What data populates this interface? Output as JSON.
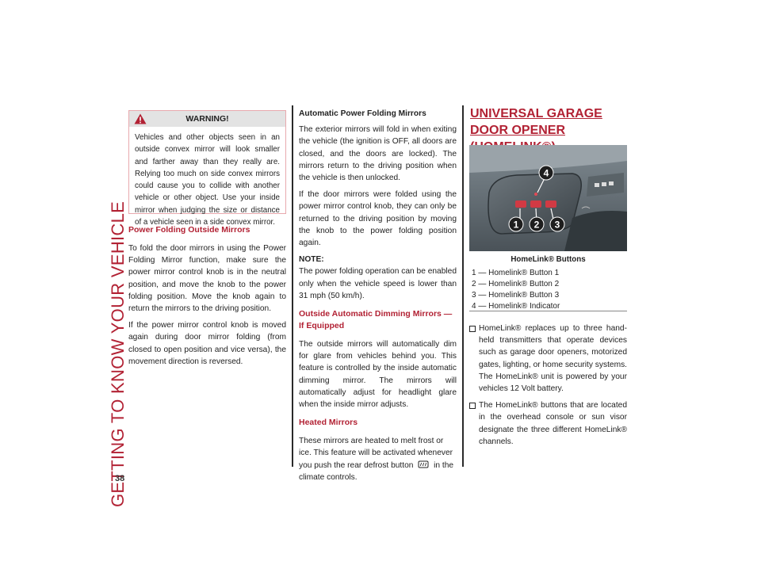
{
  "side_title": "GETTING TO KNOW YOUR VEHICLE",
  "page_number": "38",
  "warning": {
    "title": "WARNING!",
    "body": "Vehicles and other objects seen in an outside convex mirror will look smaller and farther away than they really are. Relying too much on side convex mirrors could cause you to collide with another vehicle or other object. Use your inside mirror when judging the size or distance of a vehicle seen in a side convex mirror."
  },
  "col1": {
    "heading": "Power Folding Outside Mirrors",
    "p1": "To fold the door mirrors in using the Power Folding Mirror function, make sure the power mirror control knob is in the neutral position, and move the knob to the power folding position. Move the knob again to return the mirrors to the driving position.",
    "p2": "If the power mirror control knob is moved again during door mirror folding (from closed to open position and vice versa), the movement direction is reversed."
  },
  "col2": {
    "heading1": "Automatic Power Folding Mirrors",
    "p1": "The exterior mirrors will fold in when exiting the vehicle (the ignition is OFF, all doors are closed, and the doors are locked). The mirrors return to the driving position when the vehicle is then unlocked.",
    "p2": "If the door mirrors were folded using the power mirror control knob, they can only be returned to the driving position by moving the knob to the power folding position again.",
    "note_label": "NOTE:",
    "note_text": "The power folding operation can be enabled only when the vehicle speed is lower than 31 mph (50 km/h).",
    "heading2": "Outside Automatic Dimming Mirrors — If Equipped",
    "p3": "The outside mirrors will automatically dim for glare from vehicles behind you. This feature is controlled by the inside automatic dimming mirror. The mirrors will automatically adjust for headlight glare when the inside mirror adjusts.",
    "heading3": "Heated Mirrors",
    "p4_a": "These mirrors are heated to melt frost or ice. This feature will be activated whenever you push the rear defrost button",
    "p4_b": "in the climate controls."
  },
  "col3": {
    "title": "UNIVERSAL GARAGE DOOR OPENER (HOMELINK®)",
    "figure_caption": "HomeLink® Buttons",
    "callouts": [
      "1",
      "2",
      "3",
      "4"
    ],
    "legend": [
      "1 — Homelink® Button 1",
      "2 — Homelink® Button 2",
      "3 — Homelink® Button 3",
      "4 — Homelink® Indicator"
    ],
    "bullets": [
      "HomeLink® replaces up to three hand-held transmitters that operate devices such as garage door openers, motorized gates, lighting, or home security systems. The HomeLink® unit is powered by your vehicles 12 Volt battery.",
      "The HomeLink® buttons that are located in the overhead console or sun visor designate the three different HomeLink® channels."
    ]
  },
  "colors": {
    "accent": "#b22234",
    "warning_border": "#e8a9ae",
    "warning_header": "#e3e3e3"
  },
  "icons": [
    "warning-triangle-icon",
    "rear-defrost-icon"
  ]
}
